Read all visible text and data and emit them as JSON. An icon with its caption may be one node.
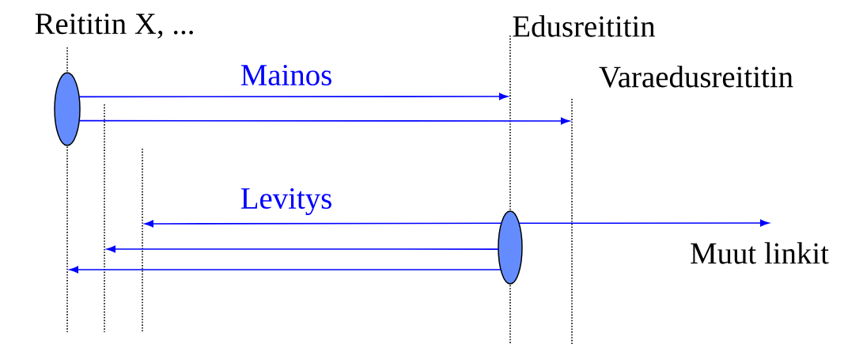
{
  "diagram": {
    "nodes": [
      {
        "text": [
          "Reititin X, ..."
        ]
      },
      {
        "text": [
          "Edusreititin"
        ]
      },
      {
        "text": [
          "Varaedusreititin"
        ]
      },
      {
        "text": [],
        "shape": "ellipse"
      },
      {
        "text": [],
        "shape": "ellipse"
      },
      {
        "text": [],
        "shape": "line"
      },
      {
        "text": [],
        "shape": "line"
      },
      {
        "text": [],
        "shape": "line"
      },
      {
        "text": [],
        "shape": "line"
      },
      {
        "text": [],
        "shape": "line"
      }
    ],
    "edges": [
      {
        "from": 3,
        "to": 8,
        "arrow": "to",
        "label": "Mainos"
      },
      {
        "from": 3,
        "to": 9,
        "arrow": "to"
      },
      {
        "from": 4,
        "to": 7,
        "arrow": "to",
        "label": "Levitys"
      },
      {
        "from": 4,
        "to": 6,
        "arrow": "to"
      },
      {
        "from": 4,
        "to": 5,
        "arrow": "to"
      },
      {
        "from": 4,
        "to": null,
        "arrow": "to"
      }
    ],
    "labels": [
      "Muut linkit"
    ]
  }
}
